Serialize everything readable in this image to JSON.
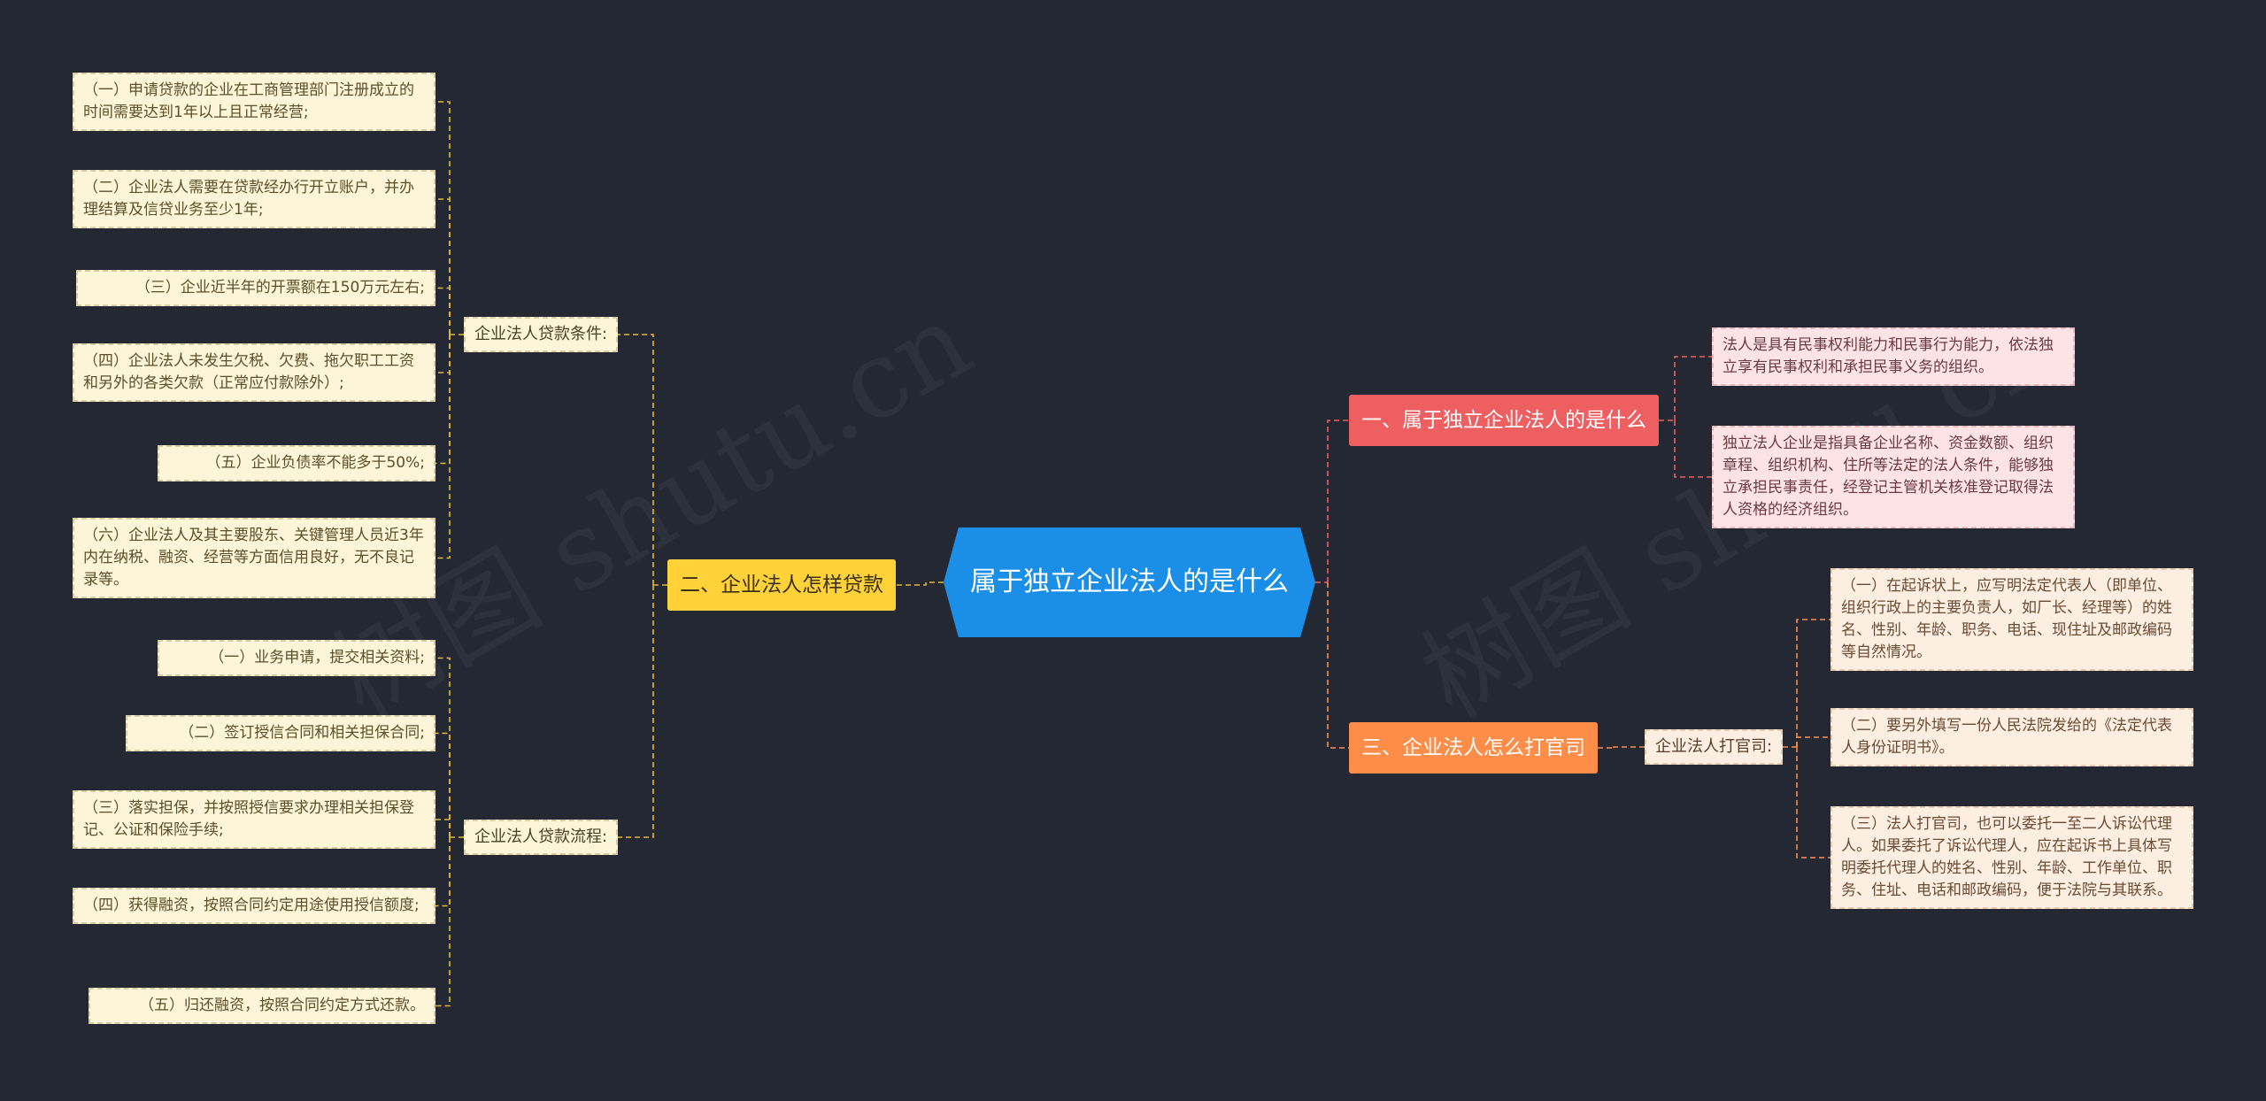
{
  "root": {
    "label": "属于独立企业法人的是什么"
  },
  "watermarks": [
    "树图 shutu.cn",
    "树图 shutu.cn"
  ],
  "left": {
    "branch": {
      "label": "二、企业法人怎样贷款"
    },
    "conditions": {
      "label": "企业法人贷款条件:",
      "items": [
        "（一）申请贷款的企业在工商管理部门注册成立的时间需要达到1年以上且正常经营;",
        "（二）企业法人需要在贷款经办行开立账户，并办理结算及信贷业务至少1年;",
        "（三）企业近半年的开票额在150万元左右;",
        "（四）企业法人未发生欠税、欠费、拖欠职工工资和另外的各类欠款（正常应付款除外）;",
        "（五）企业负债率不能多于50%;",
        "（六）企业法人及其主要股东、关键管理人员近3年内在纳税、融资、经营等方面信用良好，无不良记录等。"
      ]
    },
    "process": {
      "label": "企业法人贷款流程:",
      "items": [
        "（一）业务申请，提交相关资料;",
        "（二）签订授信合同和相关担保合同;",
        "（三）落实担保，并按照授信要求办理相关担保登记、公证和保险手续;",
        "（四）获得融资，按照合同约定用途使用授信额度;",
        "（五）归还融资，按照合同约定方式还款。"
      ]
    }
  },
  "right": {
    "branch1": {
      "label": "一、属于独立企业法人的是什么",
      "items": [
        "法人是具有民事权利能力和民事行为能力，依法独立享有民事权利和承担民事义务的组织。",
        "独立法人企业是指具备企业名称、资金数额、组织章程、组织机构、住所等法定的法人条件，能够独立承担民事责任，经登记主管机关核准登记取得法人资格的经济组织。"
      ]
    },
    "branch3": {
      "label": "三、企业法人怎么打官司",
      "sub": {
        "label": "企业法人打官司:",
        "items": [
          "（一）在起诉状上，应写明法定代表人（即单位、组织行政上的主要负责人，如厂长、经理等）的姓名、性别、年龄、职务、电话、现住址及邮政编码等自然情况。",
          "（二）要另外填写一份人民法院发给的《法定代表人身份证明书》。",
          "（三）法人打官司，也可以委托一至二人诉讼代理人。如果委托了诉讼代理人，应在起诉书上具体写明委托代理人的姓名、性别、年龄、工作单位、职务、住址、电话和邮政编码，便于法院与其联系。"
        ]
      }
    }
  },
  "colors": {
    "background": "#242833",
    "root": "#1b8fe8",
    "branch_red": "#ee5f61",
    "branch_yellow": "#ffd23a",
    "branch_orange": "#ff8d4a",
    "connector_red": "#ee5f61",
    "connector_yellow": "#e6b830",
    "connector_orange": "#ff8d4a"
  }
}
